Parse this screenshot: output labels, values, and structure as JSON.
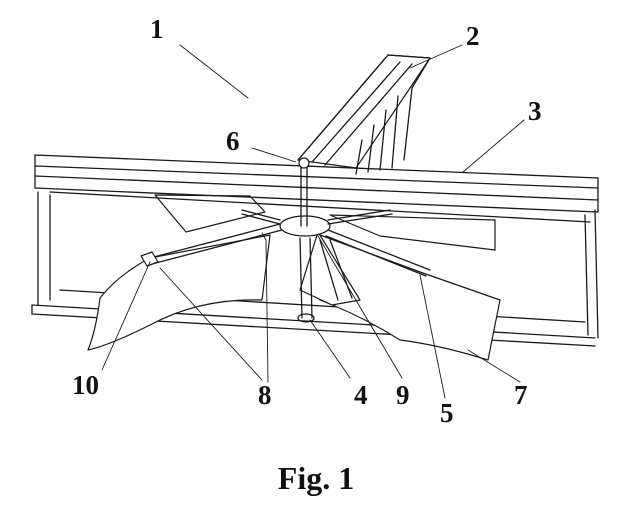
{
  "figure": {
    "caption": "Fig. 1",
    "reference_numerals": {
      "n1": "1",
      "n2": "2",
      "n3": "3",
      "n4": "4",
      "n5": "5",
      "n6": "6",
      "n7": "7",
      "n8": "8",
      "n9": "9",
      "n10": "10"
    }
  }
}
